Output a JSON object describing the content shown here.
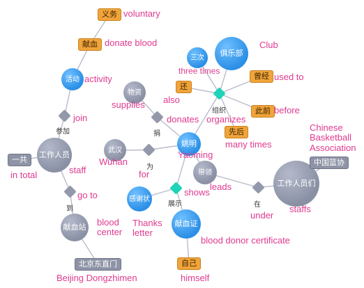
{
  "nodes": {
    "staff": "工作人员",
    "yaoming": "姚明",
    "club": "俱乐部",
    "three_times": "三次",
    "supplies": "物资",
    "wuhan": "武汉",
    "activity": "活动",
    "blood_center": "献血站",
    "thanks_letter": "感谢状",
    "certificate": "献血证",
    "staffs": "工作人员们"
  },
  "diamonds": {
    "join": "参加",
    "go_to": "到",
    "donates": "捐",
    "for": "为",
    "shows": "展示",
    "organizes": "组织",
    "leads": "带领",
    "under": "在"
  },
  "tags": {
    "voluntary": "义务",
    "donate_blood": "献血",
    "used_to": "曾经",
    "also": "还",
    "before": "此前",
    "many_times": "先后",
    "himself": "自己",
    "in_total": "一共",
    "cba": "中国篮协",
    "dongzhimen": "北京东直门"
  },
  "labels": {
    "voluntary": "voluntary",
    "donate_blood": "donate blood",
    "activity": "activity",
    "club": "Club",
    "three_times": "three times",
    "used_to": "used to",
    "supplies": "supplies",
    "also": "also",
    "organizes": "organizes",
    "before": "before",
    "join": "join",
    "donates": "donates",
    "many_times": "many times",
    "cba": "Chinese Basketball Association",
    "yaoming": "Yaoming",
    "wuhan": "Wuhan",
    "for": "for",
    "staff": "staff",
    "in_total": "in total",
    "leads": "leads",
    "go_to": "go to",
    "shows": "shows",
    "under": "under",
    "staffs": "staffs",
    "blood_center": "blood center",
    "thanks_letter": "Thanks letter",
    "certificate": "blood donor certificate",
    "himself": "himself",
    "dongzhimen": "Beijing Dongzhimen"
  },
  "colors": {
    "blue_node": "#2b8fe6",
    "gray_node": "#8a90a4",
    "teal_diamond": "#1ed3b8",
    "orange_tag": "#f0a43a",
    "english_label": "#e0398f",
    "edge": "#b9bccb"
  }
}
